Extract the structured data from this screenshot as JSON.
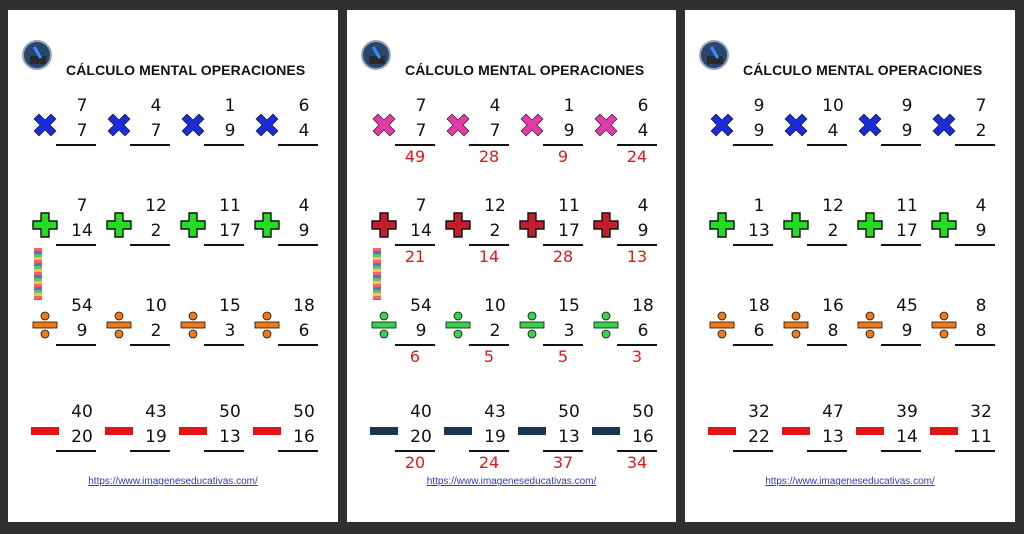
{
  "colors": {
    "background": "#303030",
    "sheet": "#ffffff",
    "link": "#2a3ec8",
    "answer": "#e01818"
  },
  "sheets": [
    {
      "title": "CÁLCULO MENTAL OPERACIONES",
      "url": "https://www.imageneseducativas.com/",
      "rows": [
        {
          "op": "multiplication",
          "symbol_icon": "times-icon",
          "color": "#1a2bd8",
          "problems": [
            {
              "a": "7",
              "b": "7"
            },
            {
              "a": "4",
              "b": "7"
            },
            {
              "a": "1",
              "b": "9"
            },
            {
              "a": "6",
              "b": "4"
            }
          ]
        },
        {
          "op": "addition",
          "symbol_icon": "plus-icon",
          "color": "#22dd22",
          "problems": [
            {
              "a": "7",
              "b": "14"
            },
            {
              "a": "12",
              "b": "2"
            },
            {
              "a": "11",
              "b": "17"
            },
            {
              "a": "4",
              "b": "9"
            }
          ]
        },
        {
          "op": "division",
          "symbol_icon": "divide-icon",
          "color": "#f07a18",
          "problems": [
            {
              "a": "54",
              "b": "9"
            },
            {
              "a": "10",
              "b": "2"
            },
            {
              "a": "15",
              "b": "3"
            },
            {
              "a": "18",
              "b": "6"
            }
          ]
        },
        {
          "op": "subtraction",
          "symbol_icon": "minus-icon",
          "color": "#e41414",
          "problems": [
            {
              "a": "40",
              "b": "20"
            },
            {
              "a": "43",
              "b": "19"
            },
            {
              "a": "50",
              "b": "13"
            },
            {
              "a": "50",
              "b": "16"
            }
          ]
        }
      ]
    },
    {
      "title": "CÁLCULO MENTAL OPERACIONES",
      "url": "https://www.imageneseducativas.com/",
      "rows": [
        {
          "op": "multiplication",
          "symbol_icon": "times-icon",
          "color": "#e23aa8",
          "problems": [
            {
              "a": "7",
              "b": "7",
              "ans": "49"
            },
            {
              "a": "4",
              "b": "7",
              "ans": "28"
            },
            {
              "a": "1",
              "b": "9",
              "ans": "9"
            },
            {
              "a": "6",
              "b": "4",
              "ans": "24"
            }
          ]
        },
        {
          "op": "addition",
          "symbol_icon": "plus-icon",
          "color": "#c41e2a",
          "problems": [
            {
              "a": "7",
              "b": "14",
              "ans": "21"
            },
            {
              "a": "12",
              "b": "2",
              "ans": "14"
            },
            {
              "a": "11",
              "b": "17",
              "ans": "28"
            },
            {
              "a": "4",
              "b": "9",
              "ans": "13"
            }
          ]
        },
        {
          "op": "division",
          "symbol_icon": "divide-icon",
          "color": "#3ad24a",
          "problems": [
            {
              "a": "54",
              "b": "9",
              "ans": "6"
            },
            {
              "a": "10",
              "b": "2",
              "ans": "5"
            },
            {
              "a": "15",
              "b": "3",
              "ans": "5"
            },
            {
              "a": "18",
              "b": "6",
              "ans": "3"
            }
          ]
        },
        {
          "op": "subtraction",
          "symbol_icon": "minus-icon",
          "color": "#163652",
          "problems": [
            {
              "a": "40",
              "b": "20",
              "ans": "20"
            },
            {
              "a": "43",
              "b": "19",
              "ans": "24"
            },
            {
              "a": "50",
              "b": "13",
              "ans": "37"
            },
            {
              "a": "50",
              "b": "16",
              "ans": "34"
            }
          ]
        }
      ]
    },
    {
      "title": "CÁLCULO MENTAL OPERACIONES",
      "url": "https://www.imageneseducativas.com/",
      "rows": [
        {
          "op": "multiplication",
          "symbol_icon": "times-icon",
          "color": "#1a2bd8",
          "problems": [
            {
              "a": "9",
              "b": "9"
            },
            {
              "a": "10",
              "b": "4"
            },
            {
              "a": "9",
              "b": "9"
            },
            {
              "a": "7",
              "b": "2"
            }
          ]
        },
        {
          "op": "addition",
          "symbol_icon": "plus-icon",
          "color": "#22dd22",
          "problems": [
            {
              "a": "1",
              "b": "13"
            },
            {
              "a": "12",
              "b": "2"
            },
            {
              "a": "11",
              "b": "17"
            },
            {
              "a": "4",
              "b": "9"
            }
          ]
        },
        {
          "op": "division",
          "symbol_icon": "divide-icon",
          "color": "#f07a18",
          "problems": [
            {
              "a": "18",
              "b": "6"
            },
            {
              "a": "16",
              "b": "8"
            },
            {
              "a": "45",
              "b": "9"
            },
            {
              "a": "8",
              "b": "8"
            }
          ]
        },
        {
          "op": "subtraction",
          "symbol_icon": "minus-icon",
          "color": "#e41414",
          "problems": [
            {
              "a": "32",
              "b": "22"
            },
            {
              "a": "47",
              "b": "13"
            },
            {
              "a": "39",
              "b": "14"
            },
            {
              "a": "32",
              "b": "11"
            }
          ]
        }
      ]
    }
  ]
}
